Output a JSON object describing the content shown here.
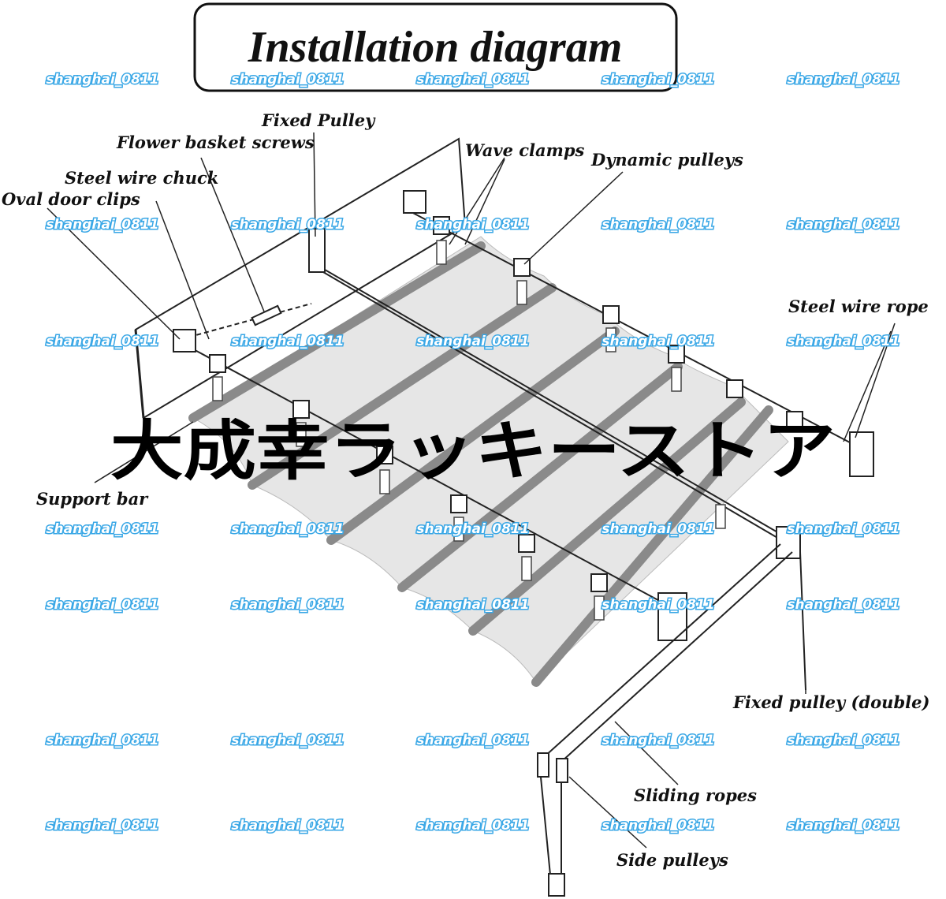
{
  "title": "Installation diagram",
  "labels": {
    "fixed_pulley": "Fixed Pulley",
    "flower_basket_screws": "Flower basket screws",
    "steel_wire_chuck": "Steel wire chuck",
    "oval_door_clips": "Oval door clips",
    "wave_clamps": "Wave clamps",
    "dynamic_pulleys": "Dynamic pulleys",
    "steel_wire_rope": "Steel wire rope",
    "support_bar": "Support bar",
    "fixed_pulley_double": "Fixed pulley (double)",
    "sliding_ropes": "Sliding ropes",
    "side_pulleys": "Side pulleys"
  },
  "overlay_text": "大成幸ラッキーストア",
  "watermark": "shanghai_0811",
  "colors": {
    "watermark": "#39a7e6",
    "canopy": "#e6e6e6",
    "rod": "#8a8a8a"
  }
}
